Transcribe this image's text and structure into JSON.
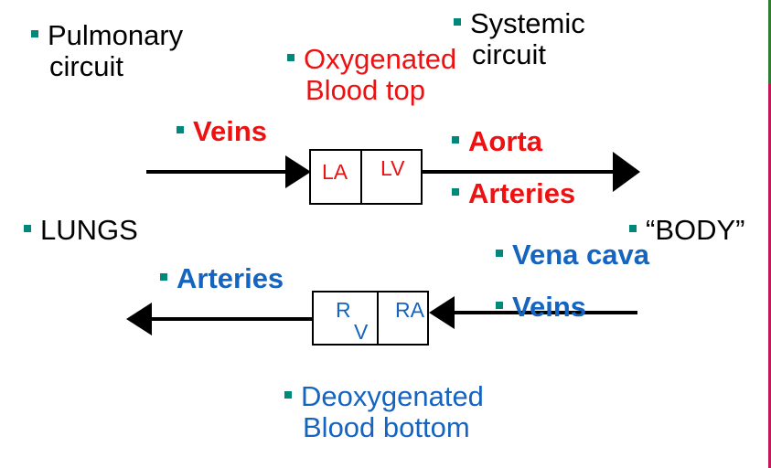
{
  "labels": {
    "pulmonary_line1": "Pulmonary",
    "pulmonary_line2": "circuit",
    "systemic_line1": "Systemic",
    "systemic_line2": "circuit",
    "oxygenated_line1": "Oxygenated",
    "oxygenated_line2": "Blood top",
    "deoxygenated_line1": "Deoxygenated",
    "deoxygenated_line2": "Blood bottom",
    "veins_top": "Veins",
    "aorta": "Aorta",
    "arteries_top": "Arteries",
    "lungs": "LUNGS",
    "body": "“BODY”",
    "vena_cava": "Vena cava",
    "arteries_bottom": "Arteries",
    "veins_bottom": "Veins"
  },
  "chambers": {
    "la": "LA",
    "lv": "LV",
    "rv_r": "R",
    "rv_v": "V",
    "ra": "RA"
  },
  "colors": {
    "oxygenated": "#ee1111",
    "deoxygenated": "#1565c0",
    "bullet": "#00897b",
    "text": "#000000"
  }
}
